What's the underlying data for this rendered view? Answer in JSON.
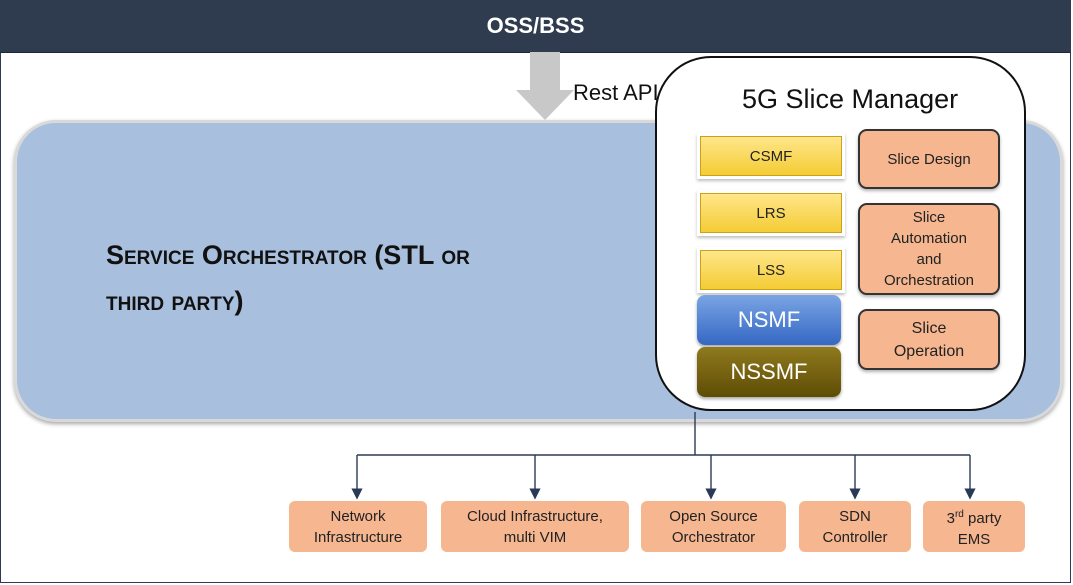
{
  "header": {
    "title": "OSS/BSS"
  },
  "rest_api_label": "Rest API",
  "orchestrator": {
    "title_line1": "Service Orchestrator (STL or",
    "title_line2": "third party)"
  },
  "slice_manager": {
    "title": "5G Slice Manager",
    "functions": {
      "csmf": "CSMF",
      "lrs": "LRS",
      "lss": "LSS",
      "nsmf": "NSMF",
      "nssmf": "NSSMF"
    },
    "modules": {
      "slice_design": "Slice Design",
      "slice_automation_line1": "Slice",
      "slice_automation_line2": "Automation",
      "slice_automation_line3": "and",
      "slice_automation_line4": "Orchestration",
      "slice_operation_line1": "Slice",
      "slice_operation_line2": "Operation"
    }
  },
  "targets": {
    "network_line1": "Network",
    "network_line2": "Infrastructure",
    "cloud_line1": "Cloud Infrastructure,",
    "cloud_line2": "multi VIM",
    "opensource_line1": "Open Source",
    "opensource_line2": "Orchestrator",
    "sdn_line1": "SDN",
    "sdn_line2": "Controller",
    "ems_prefix": "3",
    "ems_sup": "rd",
    "ems_line1_rest": " party",
    "ems_line2": "EMS"
  },
  "colors": {
    "header_bg": "#2f3b4f",
    "orchestrator_bg": "#a9bfde",
    "function_yellow": "#f4cc34",
    "module_orange": "#f5b690",
    "nsmf_blue": "#3568c4",
    "nssmf_brown": "#5e4c05"
  }
}
